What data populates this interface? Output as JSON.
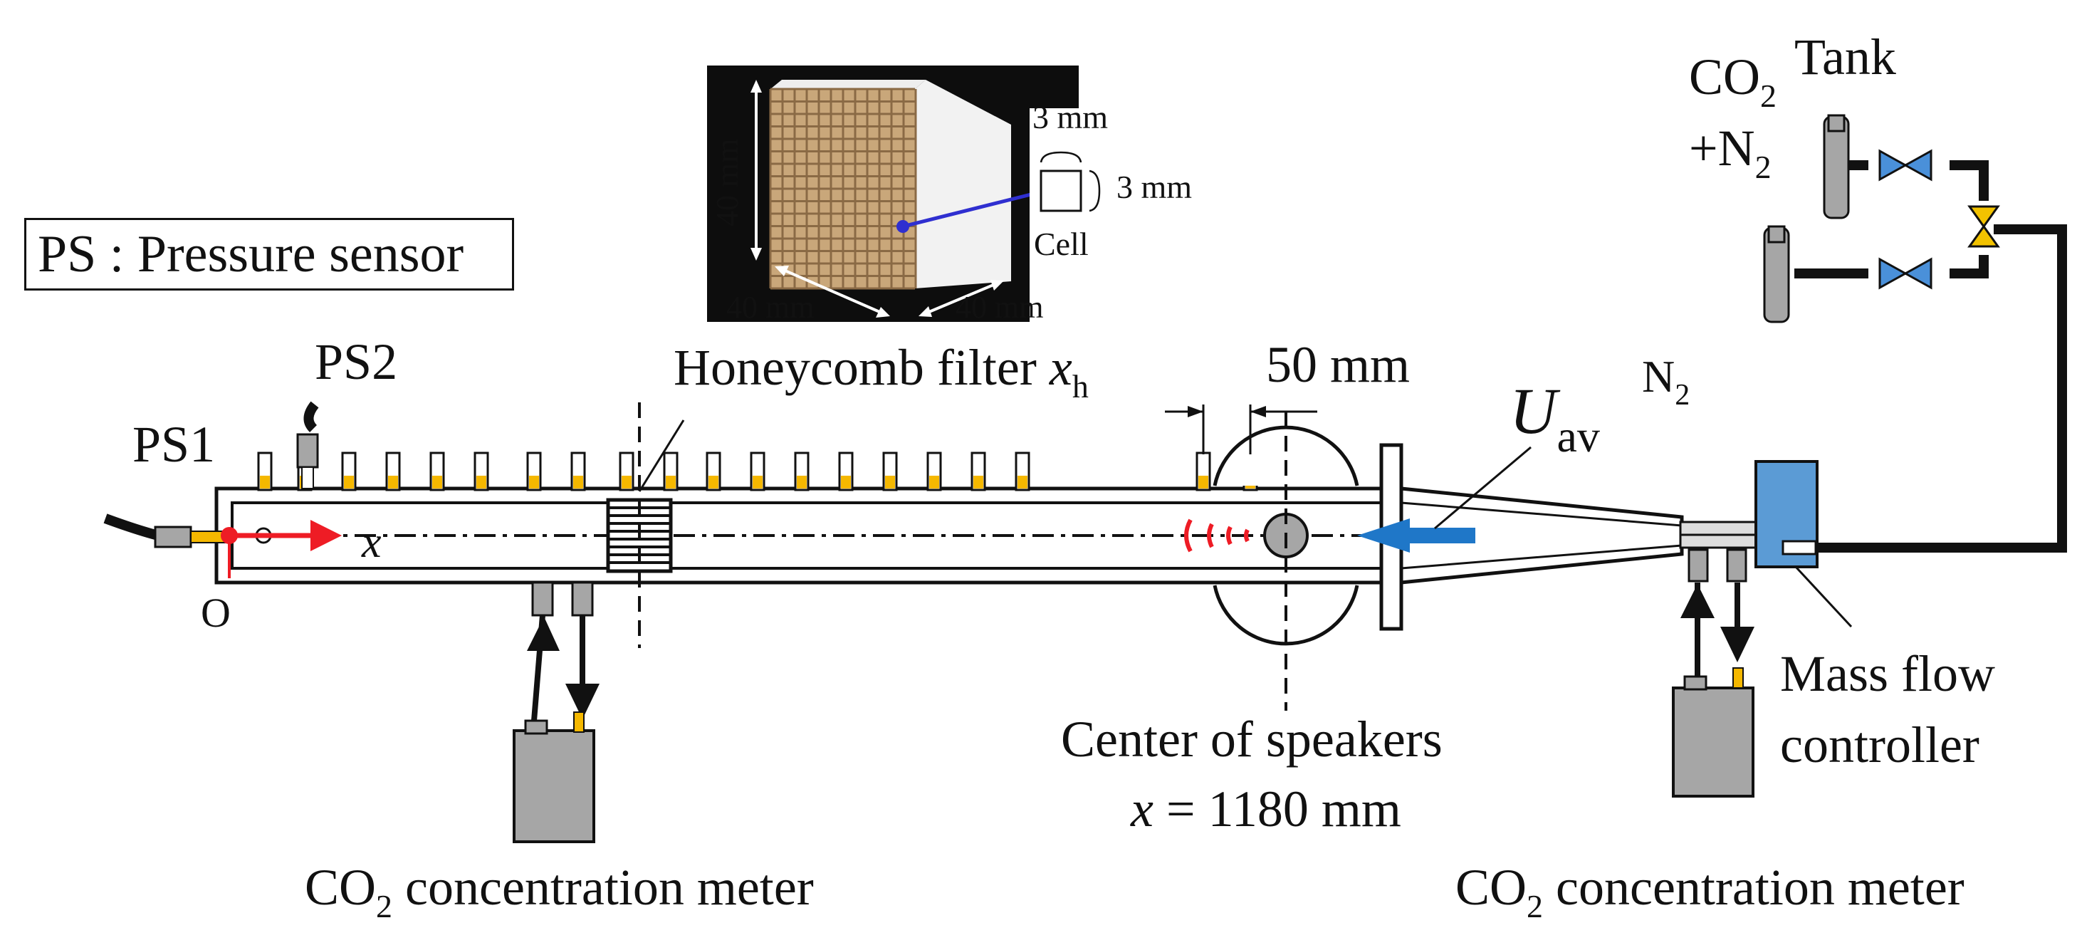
{
  "legend": {
    "text": "PS : Pressure sensor"
  },
  "sensors": {
    "ps1": "PS1",
    "ps2": "PS2"
  },
  "origin": {
    "label": "O",
    "axis": "x"
  },
  "honeycomb": {
    "filter_label": "Honeycomb filter ",
    "xh_symbol": "x",
    "xh_sub": "h",
    "photo": {
      "height_dim": "40 mm",
      "width_dim": "40 mm",
      "depth_dim": "40 mm",
      "cell_w": "3 mm",
      "cell_h": "3 mm",
      "cell_label": "Cell"
    }
  },
  "spacing": {
    "label": "50 mm"
  },
  "speakers": {
    "center_label": "Center of speakers",
    "position_var": "x",
    "position_value": " = 1180 mm"
  },
  "flow": {
    "symbol": "U",
    "sub": "av"
  },
  "gas": {
    "n2_left": "N",
    "n2_left_sub": "2",
    "tank_label": "Tank",
    "co2_top": "CO",
    "co2_top_sub": "2",
    "plus_n2": "+N",
    "plus_n2_sub": "2"
  },
  "meters": {
    "left": {
      "prefix": "CO",
      "sub": "2",
      "suffix": " concentration meter"
    },
    "right": {
      "prefix": "CO",
      "sub": "2",
      "suffix": " concentration meter"
    }
  },
  "mfc": {
    "line1": "Mass flow",
    "line2": "controller"
  },
  "colors": {
    "origin_red": "#ee1c25",
    "flow_blue": "#1f77c8",
    "mfc_blue": "#5b9bd5",
    "sensor_yellow": "#f5b800",
    "valve_blue": "#4a90d9",
    "valve_yellow": "#f2c200",
    "gray": "#a6a6a6",
    "photo_line": "#2f2fd0"
  }
}
